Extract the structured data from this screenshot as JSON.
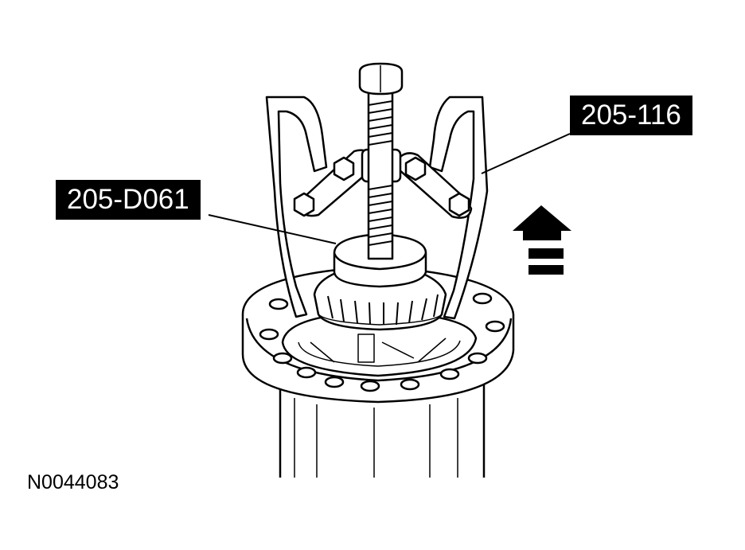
{
  "callouts": {
    "tool_puller": "205-116",
    "tool_adapter": "205-D061"
  },
  "figure_id": "N0044083",
  "colors": {
    "ink": "#000000",
    "paper": "#ffffff"
  }
}
